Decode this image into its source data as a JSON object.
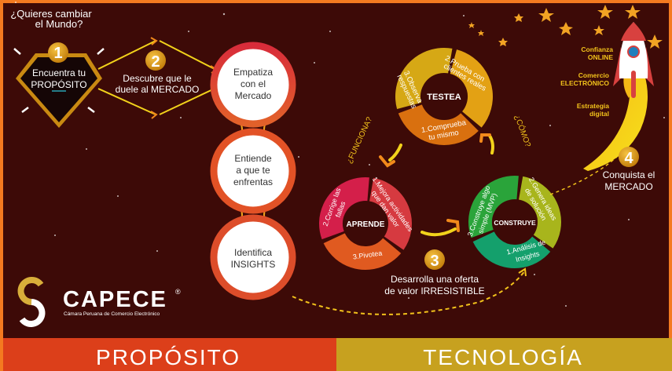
{
  "intro": {
    "line1": "¿Quieres cambiar",
    "line2": "el Mundo?"
  },
  "step1": {
    "number": "1",
    "line1": "Encuentra tu",
    "line2": "PROPÓSITO"
  },
  "step2": {
    "number": "2",
    "line1": "Descubre que le",
    "line2": "duele al MERCADO"
  },
  "circles": [
    {
      "line1": "Empatiza",
      "line2": "con el",
      "line3": "Mercado"
    },
    {
      "line1": "Entiende",
      "line2": "a que te",
      "line3": "enfrentas"
    },
    {
      "line1": "Identifica",
      "line2": "INSIGHTS"
    }
  ],
  "testea": {
    "center": "TESTEA",
    "seg1": [
      "1.Comprueba",
      "tu mismo"
    ],
    "seg2": [
      "2.Prueba con",
      "clientes reales"
    ],
    "seg3": [
      "3.Observa",
      "respuestas"
    ]
  },
  "aprende": {
    "center": "APRENDE",
    "seg1": [
      "1.Mejora actividades",
      "que dan valor"
    ],
    "seg2": [
      "2.Corrige las",
      "fallas"
    ],
    "seg3": [
      "3.Pivotea"
    ]
  },
  "construye": {
    "center": "CONSTRUYE",
    "seg1": [
      "1.Análisis de",
      "Insights"
    ],
    "seg2": [
      "2.Genera ideas",
      "de solución"
    ],
    "seg3": [
      "3.Construye algo",
      "simple (MVP)"
    ]
  },
  "questions": {
    "funciona": "¿FUNCIONA?",
    "como": "¿CÓMO?"
  },
  "step3": {
    "number": "3",
    "line1": "Desarrolla una oferta",
    "line2": "de valor IRRESISTIBLE"
  },
  "step4": {
    "number": "4",
    "line1": "Conquista el",
    "line2": "MERCADO"
  },
  "rocket_labels": [
    {
      "line1": "Confianza",
      "line2": "ONLINE"
    },
    {
      "line1": "Comercio",
      "line2": "ELECTRÓNICO"
    },
    {
      "line1": "Estrategia",
      "line2": "digital"
    }
  ],
  "logo": {
    "name": "CAPECE",
    "registered": "®",
    "subtitle": "Cámara Peruana de Comercio Electrónico"
  },
  "footer": {
    "left": "PROPÓSITO",
    "right": "TECNOLOGÍA"
  },
  "colors": {
    "background": "#3d0a07",
    "border": "#f47a20",
    "footer_left": "#dc3f1a",
    "footer_right": "#c7a11f",
    "gold": "#f2c21b"
  }
}
